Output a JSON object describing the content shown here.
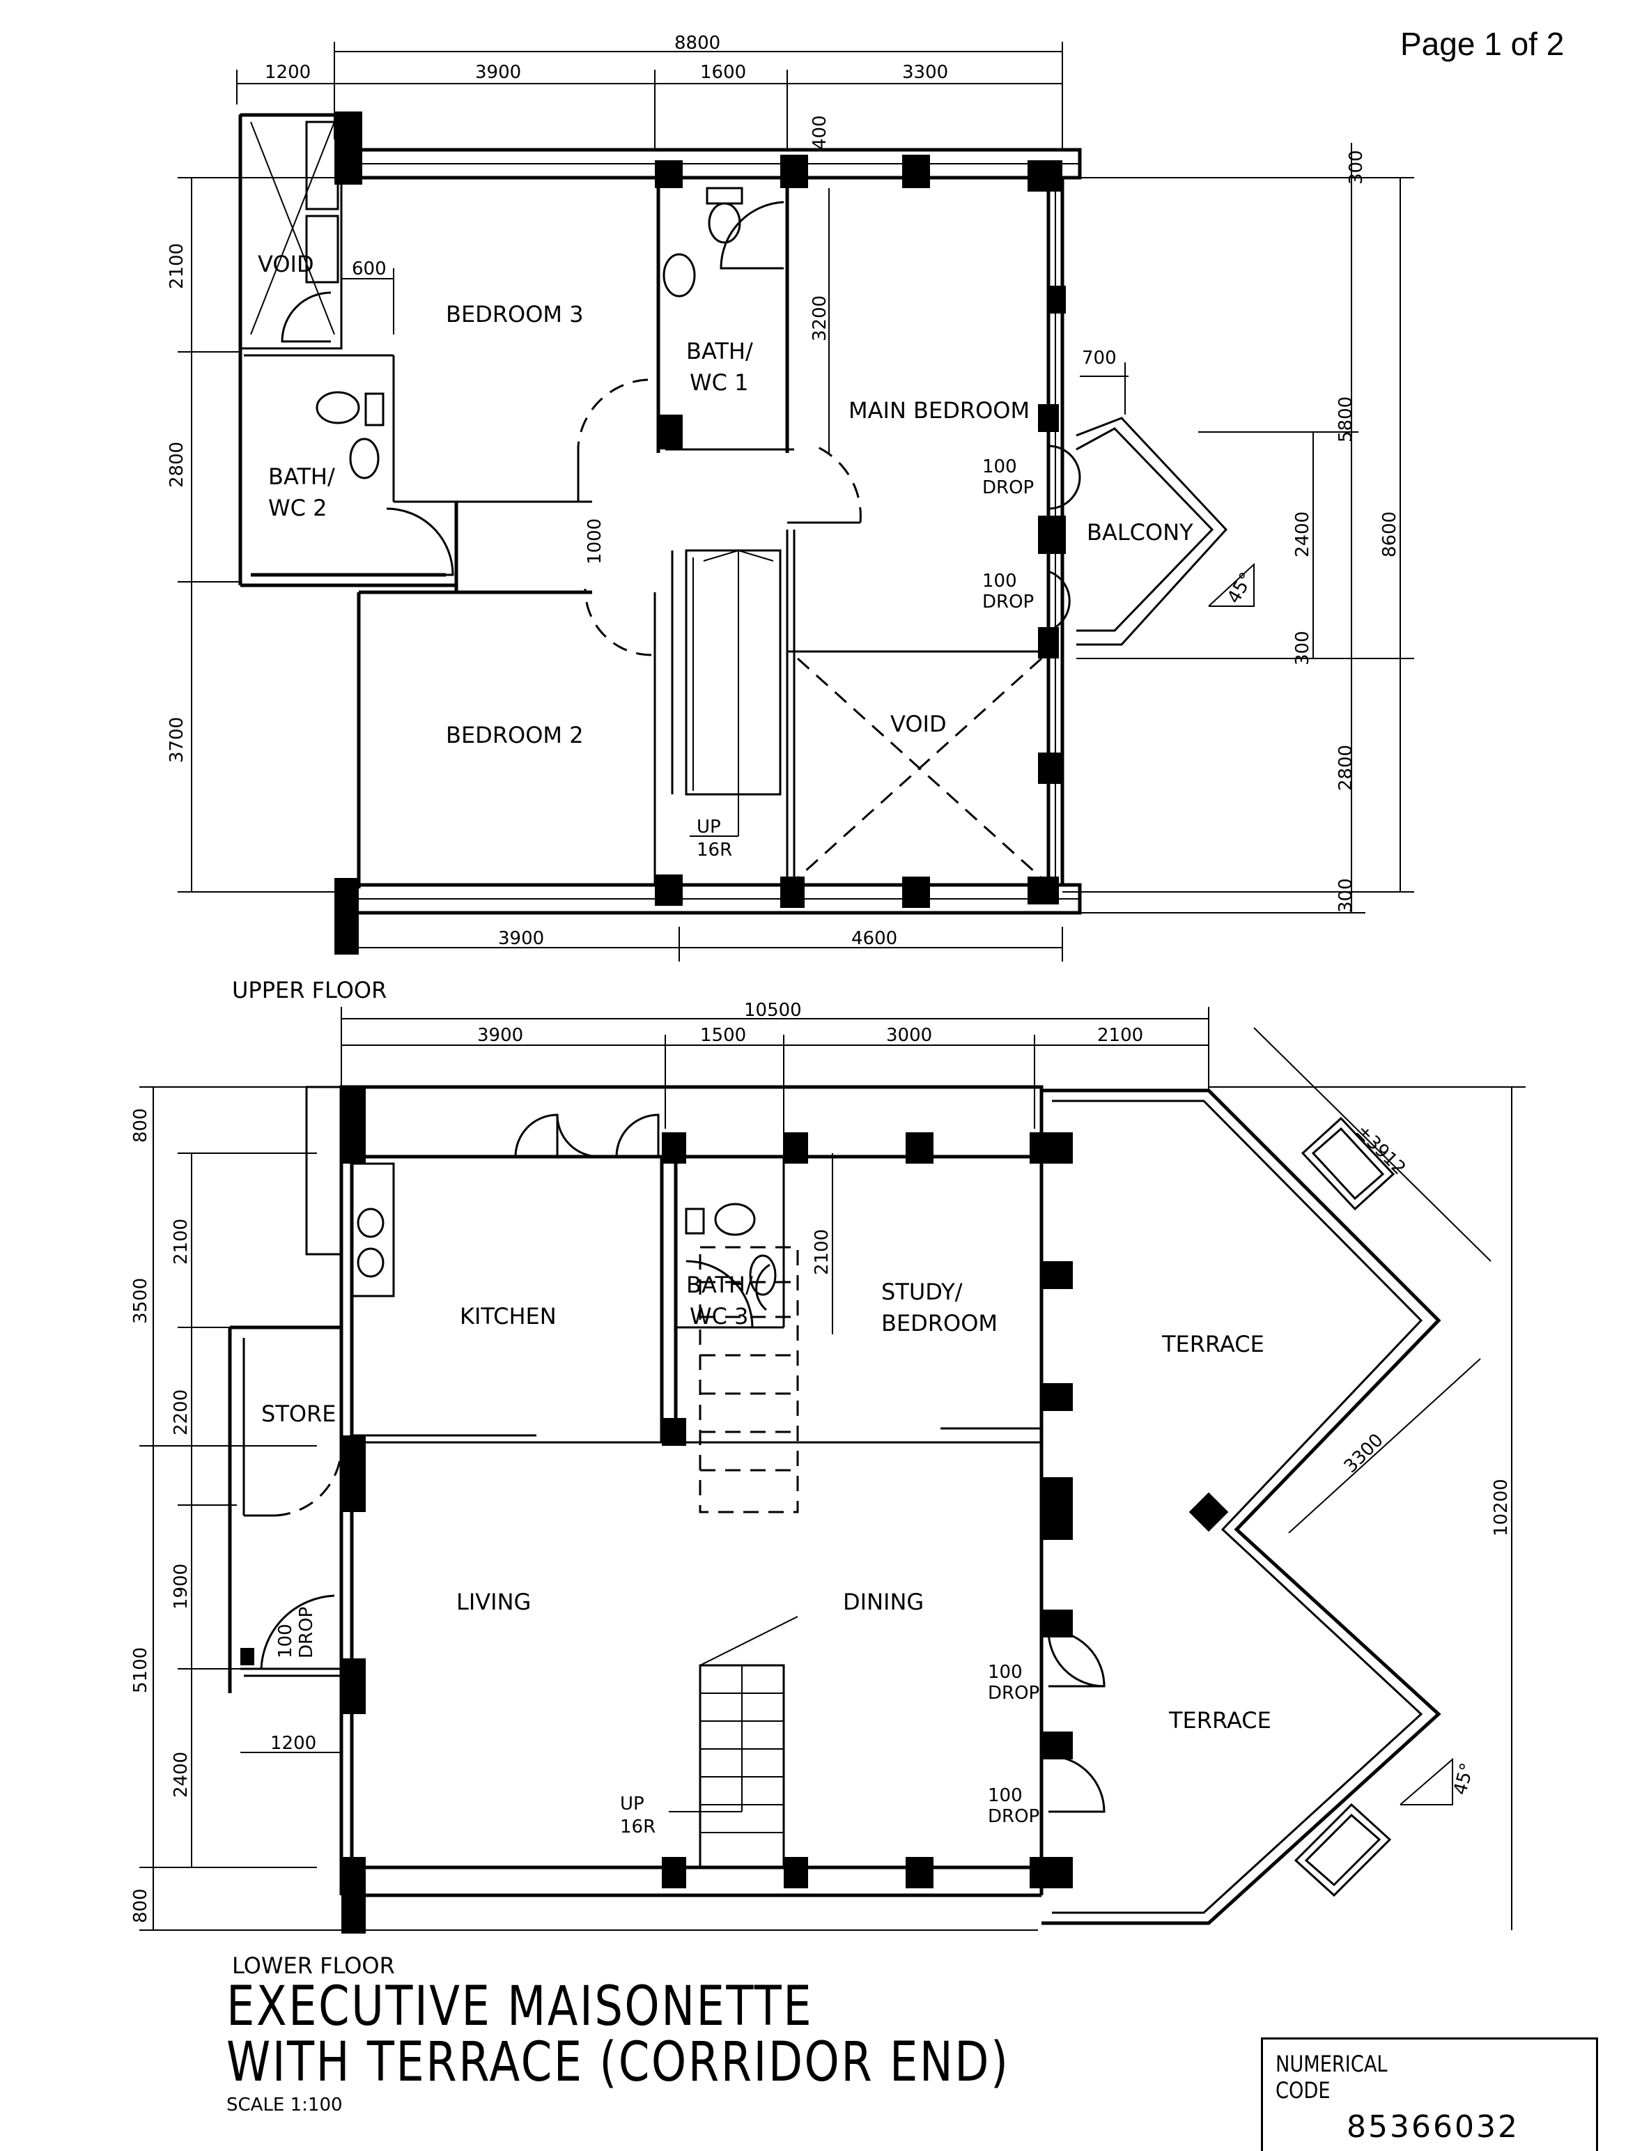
{
  "page": {
    "label": "Page 1 of 2"
  },
  "upper_floor": {
    "label": "UPPER FLOOR",
    "rooms": {
      "void_small": "VOID",
      "bedroom3": "BEDROOM 3",
      "bath1_line1": "BATH/",
      "bath1_line2": "WC 1",
      "main_bedroom": "MAIN BEDROOM",
      "bath2_line1": "BATH/",
      "bath2_line2": "WC 2",
      "balcony": "BALCONY",
      "bedroom2": "BEDROOM 2",
      "void_big": "VOID"
    },
    "stairs": {
      "up": "UP",
      "risers": "16R"
    },
    "drop_labels": [
      "100",
      "DROP",
      "100",
      "DROP"
    ],
    "angle": "45°",
    "dims": {
      "total_top": "8800",
      "d1200": "1200",
      "d3900": "3900",
      "d1600": "1600",
      "d3300": "3300",
      "d400": "400",
      "d300a": "300",
      "d600": "600",
      "d3200": "3200",
      "d700": "700",
      "d5800": "5800",
      "d2400": "2400",
      "d8600": "8600",
      "d300b": "300",
      "d2800r": "2800",
      "d300c": "300",
      "d2100l": "2100",
      "d2800l": "2800",
      "d3700l": "3700",
      "d1000": "1000",
      "bottom3900": "3900",
      "bottom4600": "4600"
    }
  },
  "lower_floor": {
    "label": "LOWER FLOOR",
    "rooms": {
      "kitchen": "KITCHEN",
      "bath3_line1": "BATH/",
      "bath3_line2": "WC 3",
      "study_line1": "STUDY/",
      "study_line2": "BEDROOM",
      "store": "STORE",
      "living": "LIVING",
      "dining": "DINING",
      "terrace_top": "TERRACE",
      "terrace_bottom": "TERRACE"
    },
    "stairs": {
      "up": "UP",
      "risers": "16R"
    },
    "drop_labels": [
      "100",
      "DROP",
      "100",
      "DROP",
      "100",
      "DROP"
    ],
    "angle": "45°",
    "dims": {
      "total_top": "10500",
      "d3900": "3900",
      "d1500": "1500",
      "d3000": "3000",
      "d2100top": "2100",
      "d3912": "±3912",
      "d3300": "3300",
      "d10200": "10200",
      "d800top": "800",
      "d2100l": "2100",
      "d3500": "3500",
      "d2200": "2200",
      "d1900": "1900",
      "d5100": "5100",
      "d2400": "2400",
      "d800bot": "800",
      "d1200": "1200",
      "d2100bath": "2100"
    }
  },
  "title": {
    "line1": "EXECUTIVE MAISONETTE",
    "line2": "WITH TERRACE (CORRIDOR END)",
    "scale": "SCALE 1:100"
  },
  "code_box": {
    "label_line1": "NUMERICAL",
    "label_line2": "CODE",
    "value": "85366032"
  }
}
